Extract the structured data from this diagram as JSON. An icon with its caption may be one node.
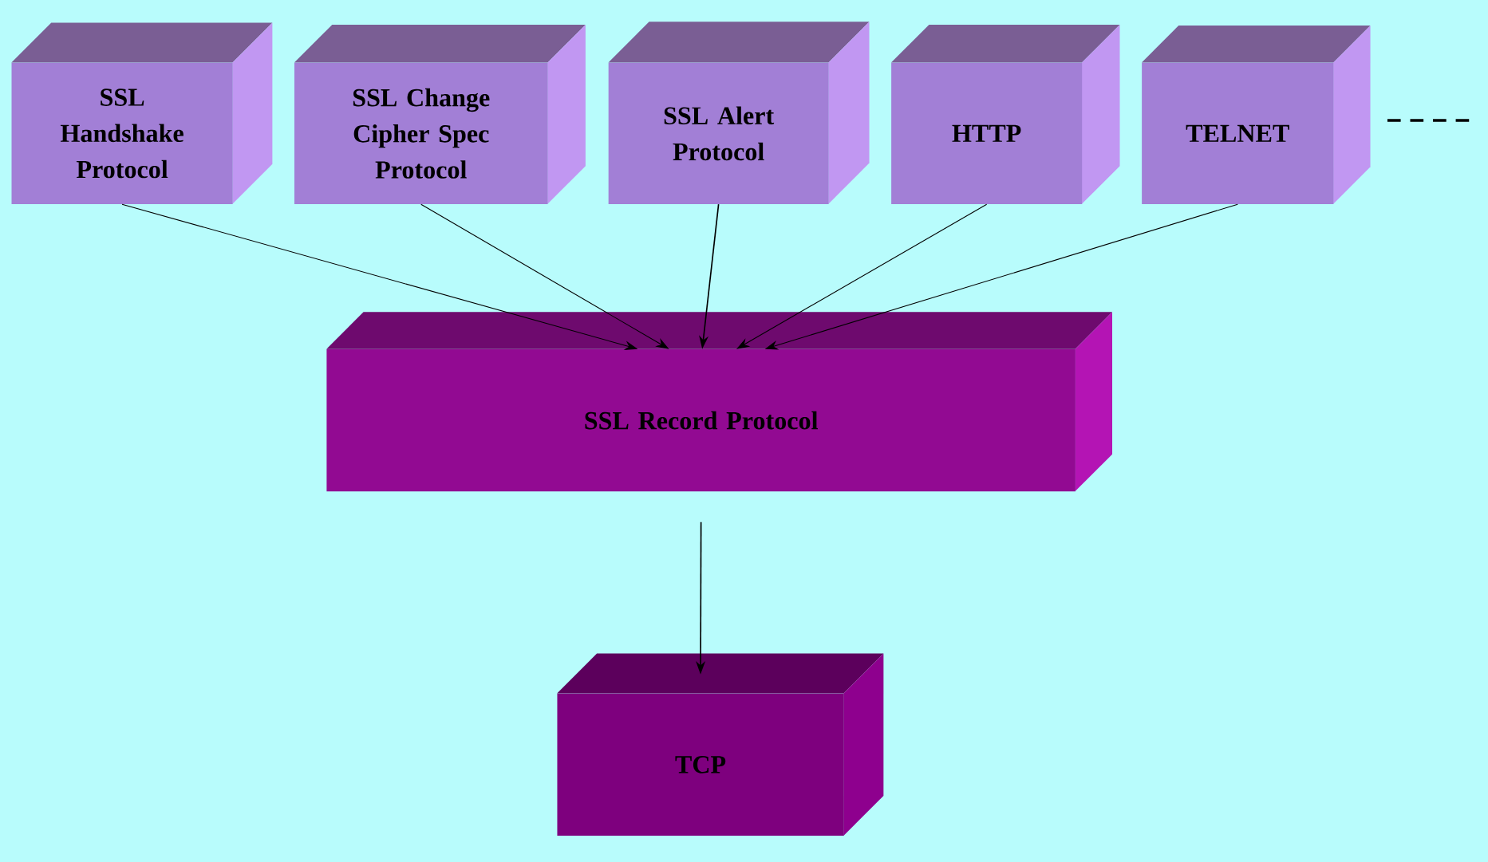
{
  "diagram": {
    "nodes": [
      {
        "text": [
          "SSL Handshake Protocol"
        ]
      },
      {
        "text": [
          "SSL Change Cipher Spec Protocol"
        ]
      },
      {
        "text": [
          "SSL Alert Protocol"
        ]
      },
      {
        "text": [
          "HTTP"
        ]
      },
      {
        "text": [
          "TELNET"
        ]
      },
      {
        "text": [
          "SSL Record Protocol"
        ]
      },
      {
        "text": [
          "TCP"
        ]
      }
    ],
    "edges": [
      {
        "from": 0,
        "to": 5,
        "arrow": "to"
      },
      {
        "from": 1,
        "to": 5,
        "arrow": "to"
      },
      {
        "from": 2,
        "to": 5,
        "arrow": "to"
      },
      {
        "from": 3,
        "to": 5,
        "arrow": "to"
      },
      {
        "from": 4,
        "to": 5,
        "arrow": "to"
      },
      {
        "from": 5,
        "to": 6,
        "arrow": "to"
      }
    ]
  }
}
